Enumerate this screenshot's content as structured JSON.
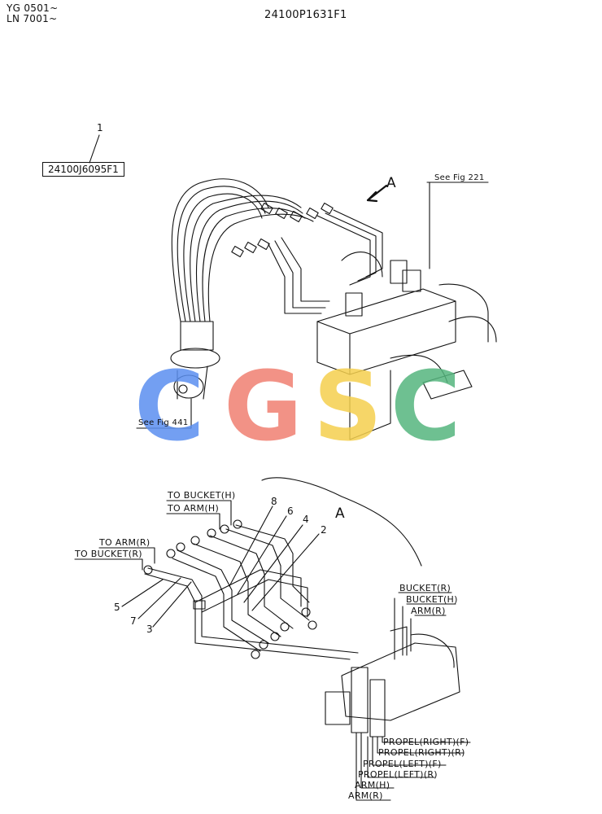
{
  "header": {
    "serial_a": "YG 0501~",
    "serial_b": "LN 7001~",
    "drawing_number": "24100P1631F1"
  },
  "assembly": {
    "item_number": "1",
    "part_number": "24100J6095F1"
  },
  "references": {
    "fig_221": "See Fig 221",
    "fig_441": "See Fig 441"
  },
  "view": {
    "arrow_label": "A",
    "detail_label": "A"
  },
  "callouts": [
    "8",
    "6",
    "4",
    "2",
    "5",
    "7",
    "3"
  ],
  "hose_labels_left": {
    "to_bucket_h": "TO BUCKET(H)",
    "to_arm_h": "TO ARM(H)",
    "to_arm_r": "TO ARM(R)",
    "to_bucket_r": "TO BUCKET(R)"
  },
  "valve_labels_right": {
    "bucket_r": "BUCKET(R)",
    "bucket_h": "BUCKET(H)",
    "arm_r": "ARM(R)"
  },
  "valve_labels_bottom": {
    "propel_right_f": "PROPEL(RIGHT)(F)",
    "propel_right_r": "PROPEL(RIGHT)(R)",
    "propel_left_f": "PROPEL(LEFT)(F)",
    "propel_left_r": "PROPEL(LEFT)(R)",
    "arm_h": "ARM(H)",
    "arm_r": "ARM(R)"
  },
  "watermark": {
    "letters": [
      "C",
      "G",
      "S",
      "C"
    ],
    "colors": [
      "#5b8ff0",
      "#f07f72",
      "#f5d04e",
      "#55b67e"
    ]
  }
}
